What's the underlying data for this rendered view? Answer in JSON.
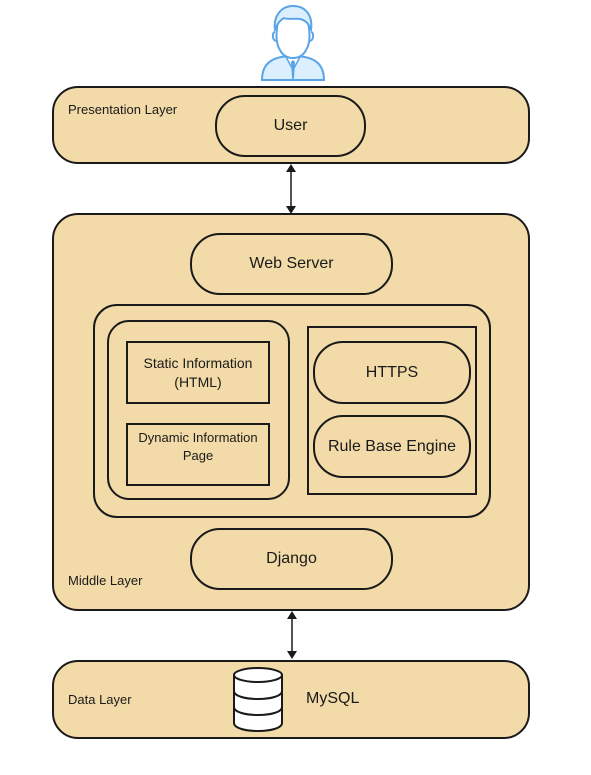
{
  "diagram": {
    "user_icon": "user-avatar-icon",
    "database_icon": "database-icon",
    "colors": {
      "layer_fill": "#f2dba8",
      "stroke": "#1a1a1a",
      "avatar_blue": "#5aa5e6",
      "avatar_light": "#dcefff"
    },
    "presentation_layer": {
      "label": "Presentation Layer",
      "user": "User"
    },
    "middle_layer": {
      "label": "Middle Layer",
      "web_server": "Web Server",
      "static_info": "Static Information (HTML)",
      "dynamic_info": "Dynamic Information Page",
      "https": "HTTPS",
      "rule_engine": "Rule Base Engine",
      "django": "Django"
    },
    "data_layer": {
      "label": "Data Layer",
      "mysql": "MySQL"
    }
  }
}
